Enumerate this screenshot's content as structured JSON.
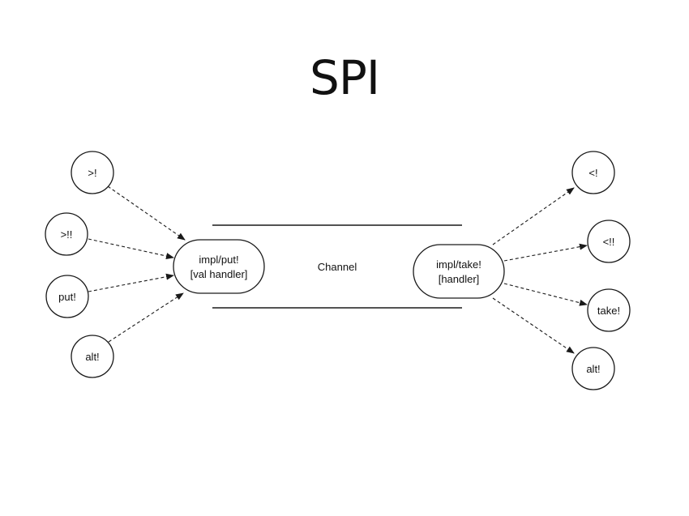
{
  "slide": {
    "title": "SPI"
  },
  "diagram": {
    "channel_label": "Channel",
    "put_impl": {
      "line1": "impl/put!",
      "line2": "[val handler]"
    },
    "take_impl": {
      "line1": "impl/take!",
      "line2": "[handler]"
    },
    "put_ops": [
      ">!",
      ">!!",
      "put!",
      "alt!"
    ],
    "take_ops": [
      "<!",
      "<!!",
      "take!",
      "alt!"
    ]
  }
}
